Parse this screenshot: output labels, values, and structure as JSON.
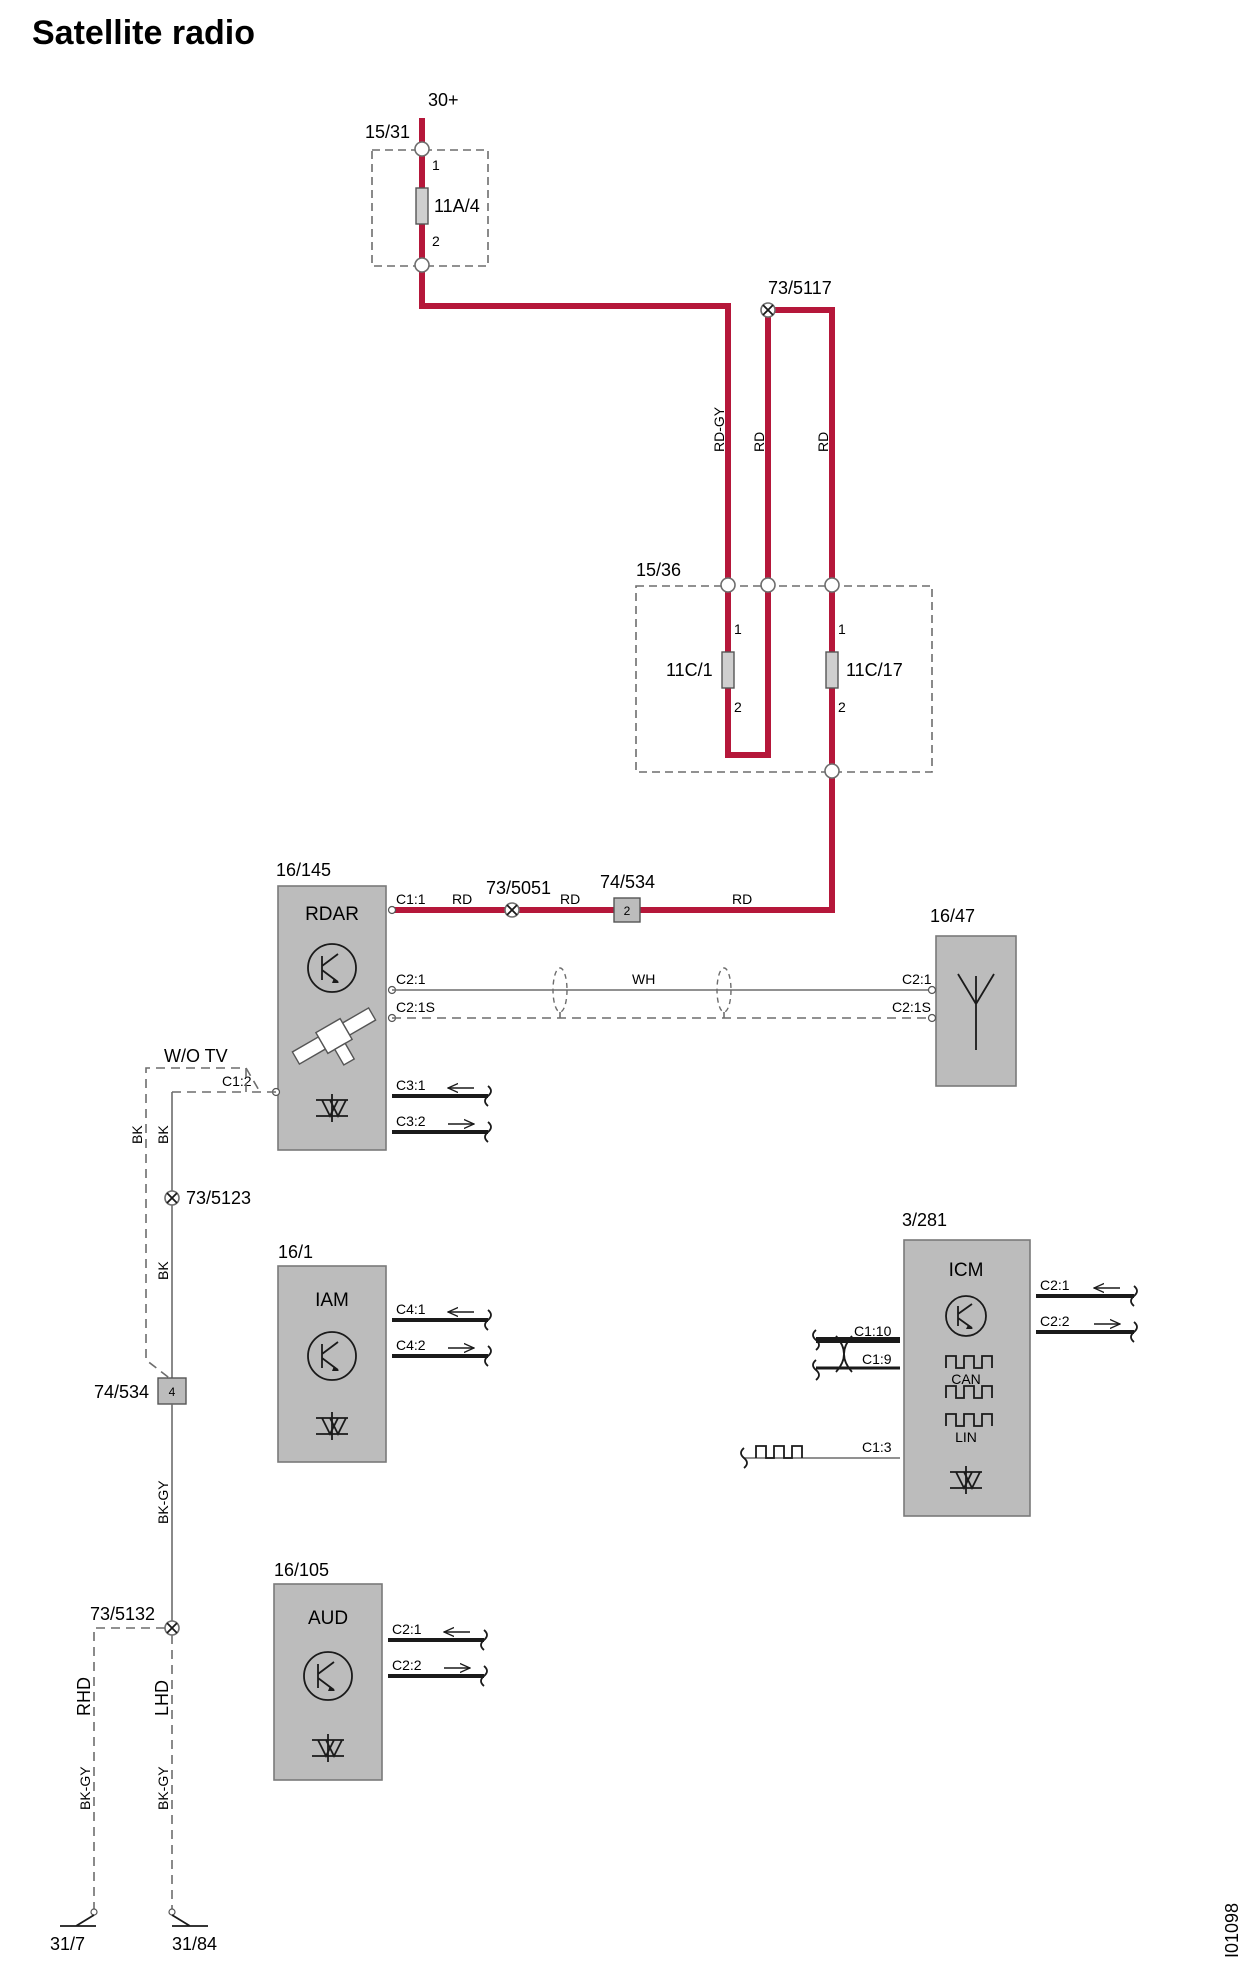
{
  "title": "Satellite radio",
  "doc_id": "I01098",
  "colors": {
    "power_wire": "#b5173a",
    "signal_wire": "#6d6d6d",
    "module_fill": "#bcbcbc",
    "data_wire": "#1a1a1a"
  },
  "supply": {
    "terminal": "30+",
    "fuse_box_top": "15/31",
    "fuse_top": "11A/4",
    "pin1": "1",
    "pin2": "2"
  },
  "splice_top": "73/5117",
  "wire_codes": {
    "rd_gy": "RD-GY",
    "rd": "RD",
    "wh": "WH",
    "bk": "BK",
    "bk_gy": "BK-GY",
    "rhd": "RHD",
    "lhd": "LHD",
    "wo_tv": "W/O TV"
  },
  "fuse_box_mid": {
    "label": "15/36",
    "fuse_left": "11C/1",
    "fuse_right": "11C/17"
  },
  "rdar": {
    "id": "16/145",
    "name": "RDAR",
    "c1_1": "C1:1",
    "c2_1": "C2:1",
    "c2_1s": "C2:1S",
    "c1_2": "C1:2",
    "c3_1": "C3:1",
    "c3_2": "C3:2"
  },
  "splice_rdar": "73/5051",
  "connector_a": {
    "id": "74/534",
    "pin": "2"
  },
  "antenna": {
    "id": "16/47",
    "c2_1": "C2:1",
    "c2_1s": "C2:1S"
  },
  "splice_bk": "73/5123",
  "connector_b": {
    "id": "74/534",
    "pin": "4"
  },
  "iam": {
    "id": "16/1",
    "name": "IAM",
    "c4_1": "C4:1",
    "c4_2": "C4:2"
  },
  "aud": {
    "id": "16/105",
    "name": "AUD",
    "c2_1": "C2:1",
    "c2_2": "C2:2"
  },
  "icm": {
    "id": "3/281",
    "name": "ICM",
    "c2_1": "C2:1",
    "c2_2": "C2:2",
    "c1_10": "C1:10",
    "c1_9": "C1:9",
    "c1_3": "C1:3",
    "can": "CAN",
    "lin": "LIN"
  },
  "splice_ground": "73/5132",
  "grounds": {
    "left": "31/7",
    "right": "31/84"
  }
}
